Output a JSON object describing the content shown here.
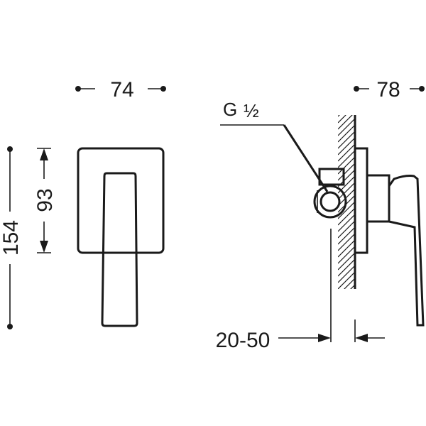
{
  "front_view": {
    "width_label": "74",
    "height_label": "154",
    "plate_height_label": "93"
  },
  "side_view": {
    "depth_label": "78",
    "thread_label": "G",
    "thread_fraction": "½",
    "adjust_range_label": "20-50"
  },
  "colors": {
    "line": "#1a1a1a",
    "background": "#ffffff"
  }
}
